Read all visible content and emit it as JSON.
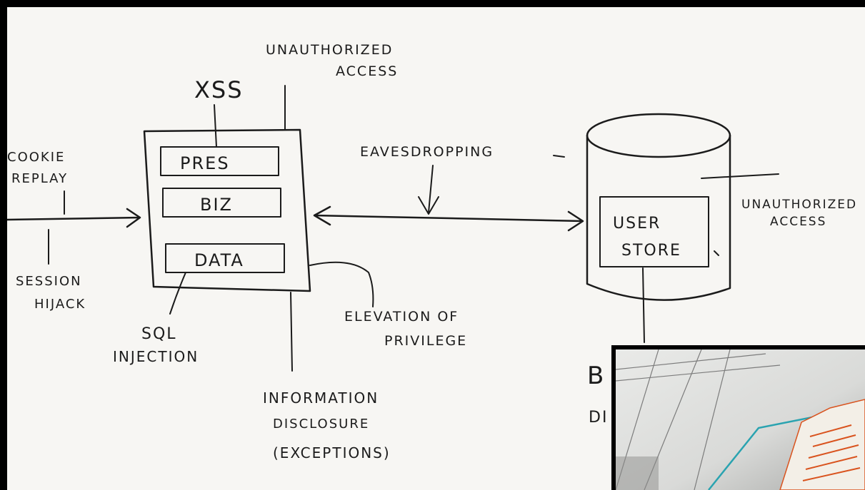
{
  "threats": {
    "xss": "XSS",
    "unauthorized_access_top": [
      "UNAUTHORIZED",
      "ACCESS"
    ],
    "cookie_replay": [
      "COOKIE",
      "REPLAY"
    ],
    "session_hijack": [
      "SESSION",
      "HIJACK"
    ],
    "sql_injection": [
      "SQL",
      "INJECTION"
    ],
    "eavesdropping": "EAVESDROPPING",
    "elevation_of_privilege": [
      "ELEVATION OF",
      "PRIVILEGE"
    ],
    "information_disclosure": [
      "INFORMATION",
      "DISCLOSURE",
      "(EXCEPTIONS)"
    ],
    "unauthorized_access_store": [
      "UNAUTHORIZED",
      "ACCESS"
    ]
  },
  "app_layers": [
    "PRES",
    "BIZ",
    "DATA"
  ],
  "user_store": [
    "USER",
    "STORE"
  ],
  "partial_text": [
    "B",
    "DI"
  ],
  "colors": {
    "ink": "#1b1b1b",
    "paper": "#f7f6f3",
    "frame": "#000000",
    "inset_annotation": "#d9531e",
    "inset_line": "#2aa3b0"
  }
}
